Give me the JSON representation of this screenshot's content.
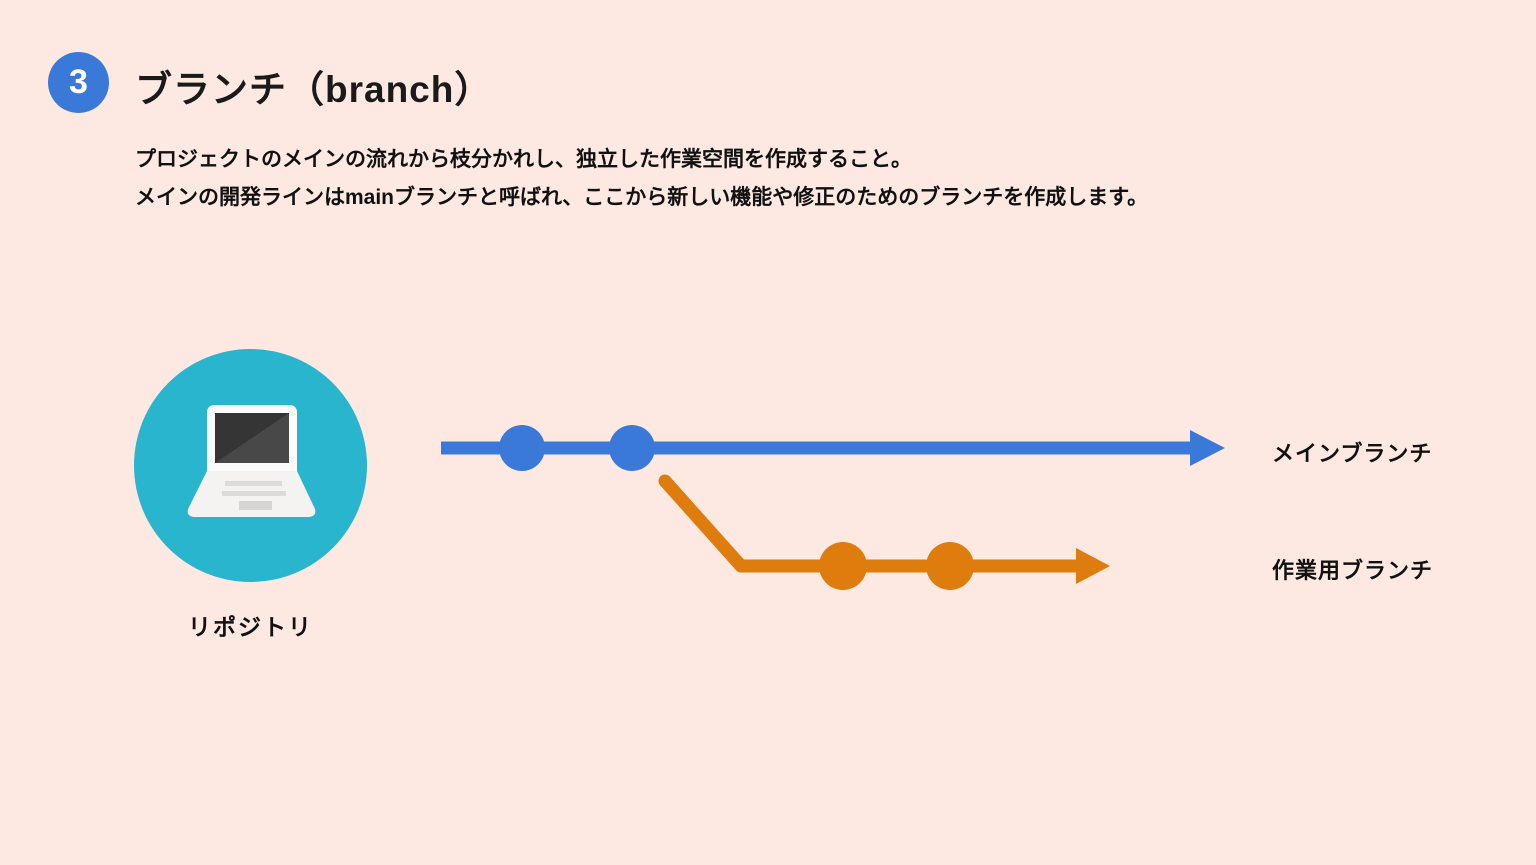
{
  "page": {
    "background_color": "#fde9e1"
  },
  "header": {
    "badge_number": "3",
    "badge_color": "#3b79d9",
    "title": "ブランチ（branch）"
  },
  "description": {
    "line1": "プロジェクトのメインの流れから枝分かれし、独立した作業空間を作成すること。",
    "line2": "メインの開発ラインはmainブランチと呼ばれ、ここから新しい機能や修正のためのブランチを作成します。"
  },
  "repository": {
    "label": "リポジトリ",
    "circle_color": "#2ab5ce",
    "icon": "laptop-icon"
  },
  "diagram": {
    "main_branch": {
      "label": "メインブランチ",
      "color": "#3b79d9",
      "commit_count": 2
    },
    "work_branch": {
      "label": "作業用ブランチ",
      "color": "#de7c0e",
      "commit_count": 2
    }
  }
}
